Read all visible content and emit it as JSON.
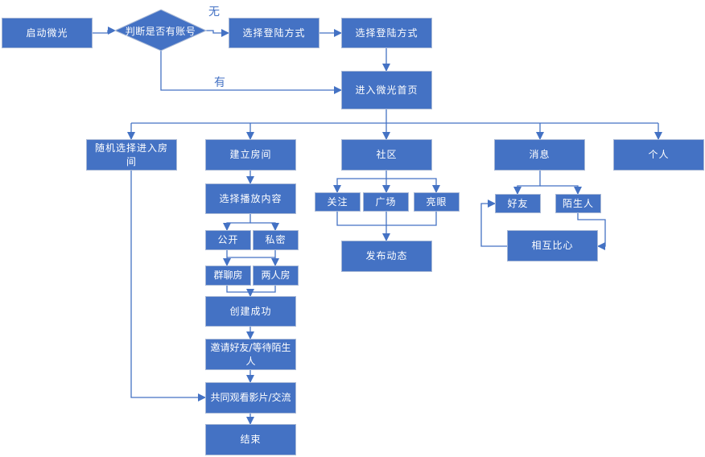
{
  "colors": {
    "node_fill": "#4472c4",
    "node_border": "#a9b9d6",
    "edge": "#4472c4",
    "edge_light": "#8eaadb",
    "text": "#ffffff"
  },
  "nodes": {
    "start": "启动微光",
    "decision": "判断是否有账号",
    "login_method_1": "选择登陆方式",
    "login_method_2": "选择登陆方式",
    "home": "进入微光首页",
    "random_room": "随机选择进入房间",
    "create_room": "建立房间",
    "community": "社区",
    "messages": "消息",
    "personal": "个人",
    "choose_content": "选择播放内容",
    "public": "公开",
    "private": "私密",
    "group_room": "群聊房",
    "two_person_room": "两人房",
    "created": "创建成功",
    "invite": "邀请好友/等待陌生人",
    "watch_together": "共同观看影片/交流",
    "end": "结束",
    "follow": "关注",
    "plaza": "广场",
    "highlight": "亮眼",
    "post": "发布动态",
    "friends": "好友",
    "strangers": "陌生人",
    "mutual_heart": "相互比心"
  },
  "edge_labels": {
    "no": "无",
    "yes": "有"
  }
}
